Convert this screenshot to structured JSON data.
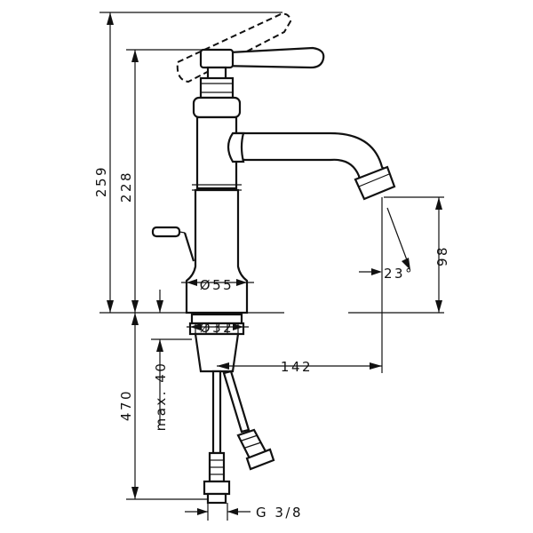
{
  "dimensions": {
    "total_height": "259",
    "lever_height": "228",
    "spout_height": "98",
    "spout_angle": "23°",
    "base_diameter": "Ø55",
    "hole_diameter": "Ø32",
    "spout_reach": "142",
    "hose_length": "470",
    "max_thickness": "max. 40",
    "connection": "G 3/8"
  }
}
